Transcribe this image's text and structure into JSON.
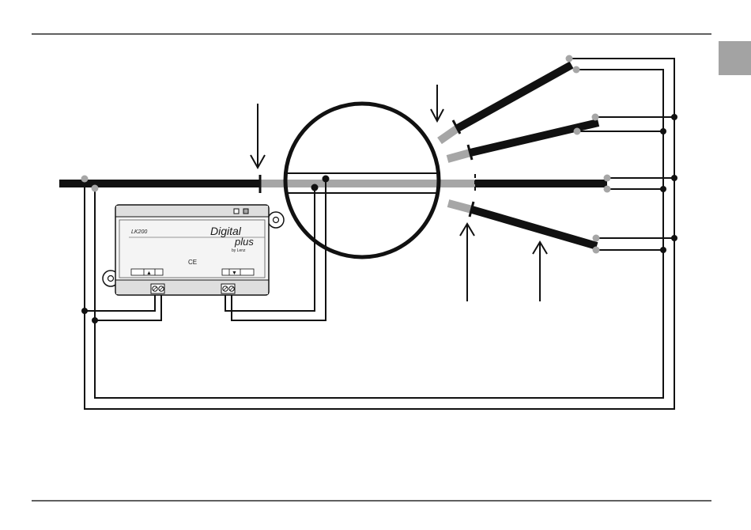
{
  "module": {
    "model_label": "LK200",
    "brand_line1": "Digital",
    "brand_line2": "plus",
    "brand_sub": "by Lenz",
    "ce_mark": "CE",
    "left_terminal_symbol": "▲",
    "right_terminal_symbol": "▼"
  },
  "colors": {
    "track": "#111111",
    "isolated_track": "#a6a6a6",
    "wire": "#111111",
    "node_dark": "#111111",
    "node_light": "#a6a6a6",
    "module_body": "#f4f4f4",
    "module_header": "#dedede",
    "section_tab": "#a3a3a3"
  },
  "diagram": {
    "subject": "reversing-loop-module-wiring",
    "arrows": 4,
    "isolated_sections": 4
  }
}
